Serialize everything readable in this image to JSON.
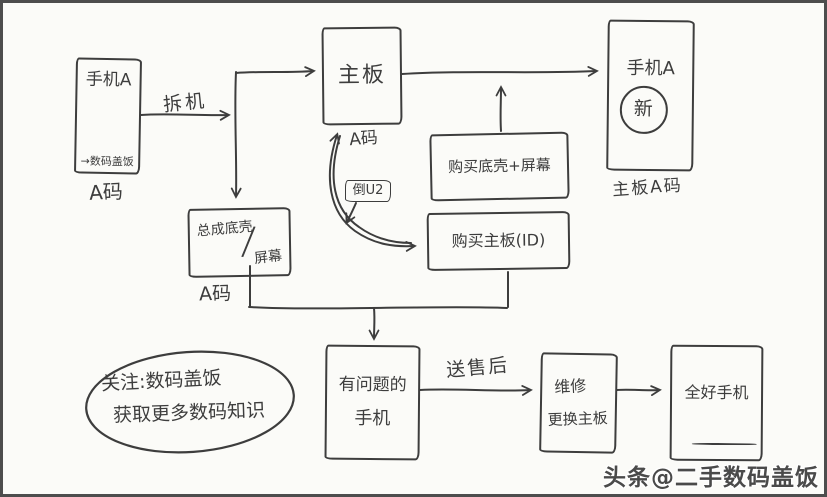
{
  "meta": {
    "paper_color": "#fbfbf8",
    "ink_color": "#3d3d3d",
    "frame_color": "#4d4d4d"
  },
  "nodes": {
    "phone_a": {
      "title": "手机A",
      "brand": "→数码盖饭",
      "below_label": "A码"
    },
    "mainboard": {
      "title": "主板",
      "below_label": "A码"
    },
    "phone_a_new": {
      "title": "手机A",
      "badge": "新",
      "below_label": "主板A码"
    },
    "buy_shell_screen": {
      "title": "购买底壳+屏幕"
    },
    "buy_mainboard": {
      "title": "购买主板(ID)"
    },
    "assembly": {
      "line1": "总成底壳",
      "slash": "/",
      "line2": "屏幕",
      "below_label": "A码"
    },
    "swap_u2": {
      "title": "倒U2"
    },
    "problem_phone": {
      "line1": "有问题的",
      "line2": "手机"
    },
    "repair": {
      "line1": "维修",
      "line2": "更换主板"
    },
    "good_phone": {
      "title": "全好手机"
    }
  },
  "edge_labels": {
    "disassemble": "拆机",
    "send_after_sales": "送售后"
  },
  "callout": {
    "line1": "关注:数码盖饭",
    "line2": "获取更多数码知识"
  },
  "watermark": "头条@二手数码盖饭"
}
